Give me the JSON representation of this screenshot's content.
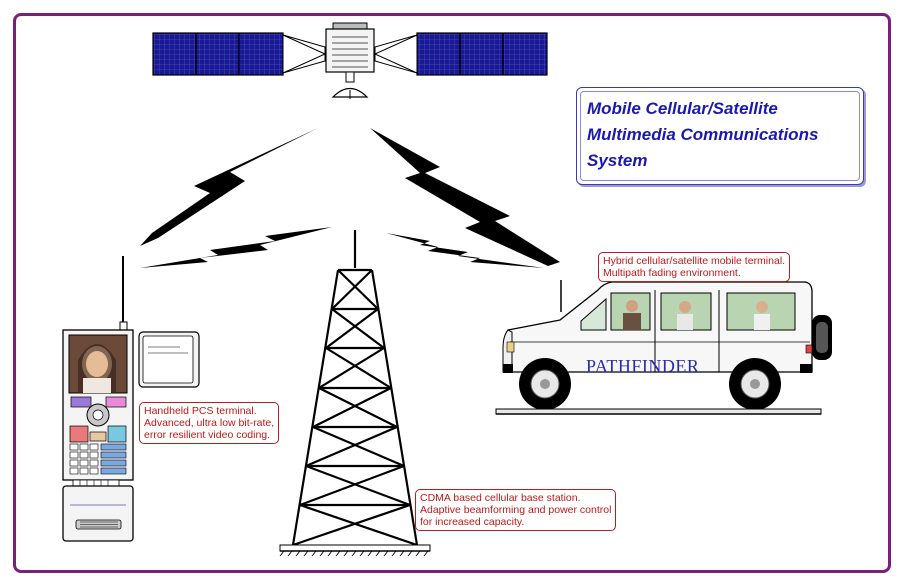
{
  "title": {
    "lines": [
      "Mobile Cellular/Satellite",
      "Multimedia Communications",
      "System"
    ]
  },
  "callouts": {
    "handheld": [
      "Handheld PCS terminal.",
      "Advanced, ultra low bit-rate,",
      "error resilient video coding."
    ],
    "vehicle": [
      "Hybrid cellular/satellite mobile terminal.",
      "Multipath fading environment."
    ],
    "base_station": [
      "CDMA based cellular base station.",
      "Adaptive beamforming and power control",
      "for increased capacity."
    ]
  },
  "vehicle_label": "PATHFINDER",
  "colors": {
    "frame": "#7a1f7a",
    "title_text": "#1a1ab0",
    "callout_text": "#c01818",
    "solar_panel": "#1a1a90"
  },
  "icons": [
    "satellite-icon",
    "lightning-bolt-icon",
    "cell-tower-icon",
    "phone-icon",
    "vehicle-icon"
  ]
}
